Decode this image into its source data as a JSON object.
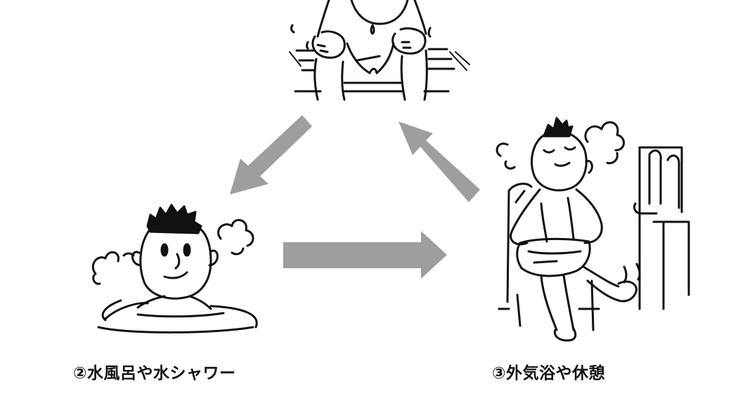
{
  "steps": [
    {
      "id": 1,
      "figure": "person-sitting-on-sauna-bench",
      "label": ""
    },
    {
      "id": 2,
      "figure": "person-in-cold-water-bath",
      "label": "②水風呂や水シャワー"
    },
    {
      "id": 3,
      "figure": "person-resting-in-chair",
      "label": "③外気浴や休憩"
    }
  ],
  "arrows": [
    {
      "from": 1,
      "to": 2
    },
    {
      "from": 2,
      "to": 3
    },
    {
      "from": 3,
      "to": 1
    }
  ],
  "colors": {
    "arrow": "#9e9e9e",
    "ink": "#111111",
    "background": "#ffffff"
  }
}
